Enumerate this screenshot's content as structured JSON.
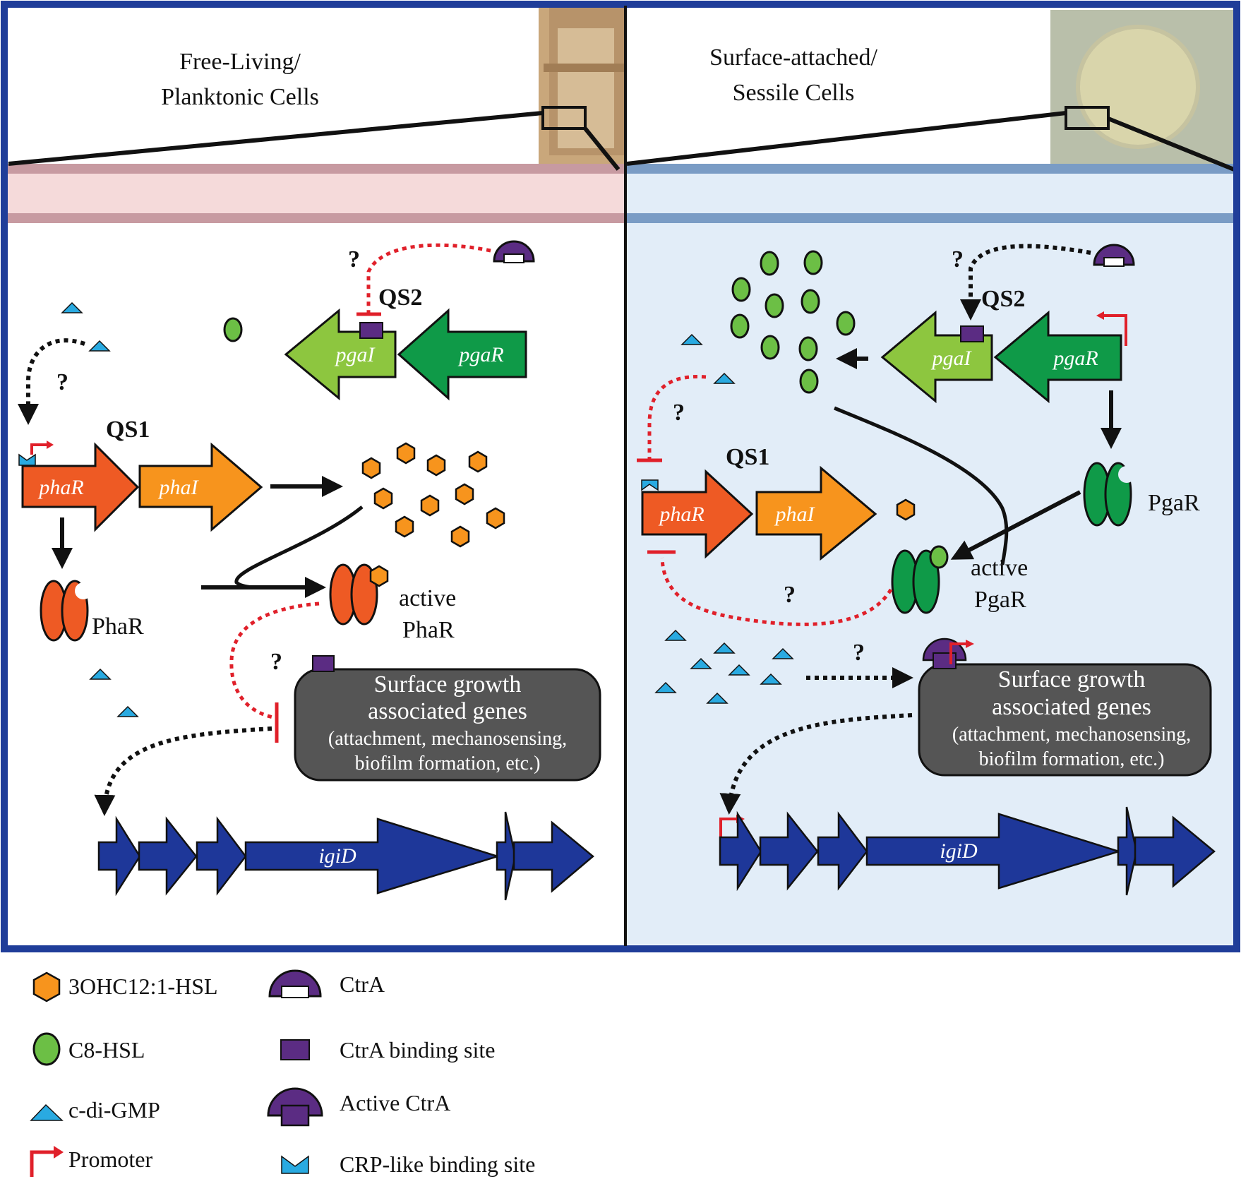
{
  "colors": {
    "frame": "#1f3d99",
    "left_band": "#f5dada",
    "left_band_edge": "#c79aa1",
    "right_panel": "#e2edf8",
    "right_band_edge": "#7a9cc5",
    "phaR": "#ee5a24",
    "phaI": "#f7941d",
    "pgaI": "#8dc63f",
    "pgaR": "#0f9a48",
    "cdigmp": "#29aae1",
    "ctra": "#5b2c83",
    "promoter": "#e0202a",
    "inhibit": "#e0202a",
    "operon": "#1e3799",
    "gene_box": "#555555"
  },
  "left": {
    "title_line1": "Free-Living/",
    "title_line2": "Planktonic Cells",
    "qs2": "QS2",
    "qs1": "QS1",
    "pgaI": "pgaI",
    "pgaR": "pgaR",
    "phaR": "phaR",
    "phaI": "phaI",
    "protein": "PhaR",
    "active_line1": "active",
    "active_line2": "PhaR",
    "box_line1": "Surface growth",
    "box_line2": "associated genes",
    "box_line3": "(attachment, mechanosensing,",
    "box_line4": "biofilm formation, etc.)",
    "operon_gene": "igiD",
    "q1": "?",
    "q2": "?",
    "q3": "?"
  },
  "right": {
    "title_line1": "Surface-attached/",
    "title_line2": "Sessile Cells",
    "qs2": "QS2",
    "qs1": "QS1",
    "pgaI": "pgaI",
    "pgaR": "pgaR",
    "phaR": "phaR",
    "phaI": "phaI",
    "protein": "PgaR",
    "active_line1": "active",
    "active_line2": "PgaR",
    "box_line1": "Surface growth",
    "box_line2": "associated genes",
    "box_line3": "(attachment, mechanosensing,",
    "box_line4": "biofilm formation, etc.)",
    "operon_gene": "igiD",
    "q1": "?",
    "q2": "?",
    "q3": "?",
    "q4": "?"
  },
  "legend": {
    "hsl3oh": "3OHC12:1-HSL",
    "c8": "C8-HSL",
    "cdigmp": "c-di-GMP",
    "promoter": "Promoter",
    "ctra": "CtrA",
    "ctra_site": "CtrA binding site",
    "active_ctra": "Active CtrA",
    "crp_site": "CRP-like binding site"
  },
  "icons": [
    "hexagon-icon",
    "circle-icon",
    "triangle-icon",
    "promoter-arrow-icon",
    "ctra-icon",
    "ctra-binding-site-icon",
    "active-ctra-icon",
    "crp-binding-site-icon"
  ]
}
